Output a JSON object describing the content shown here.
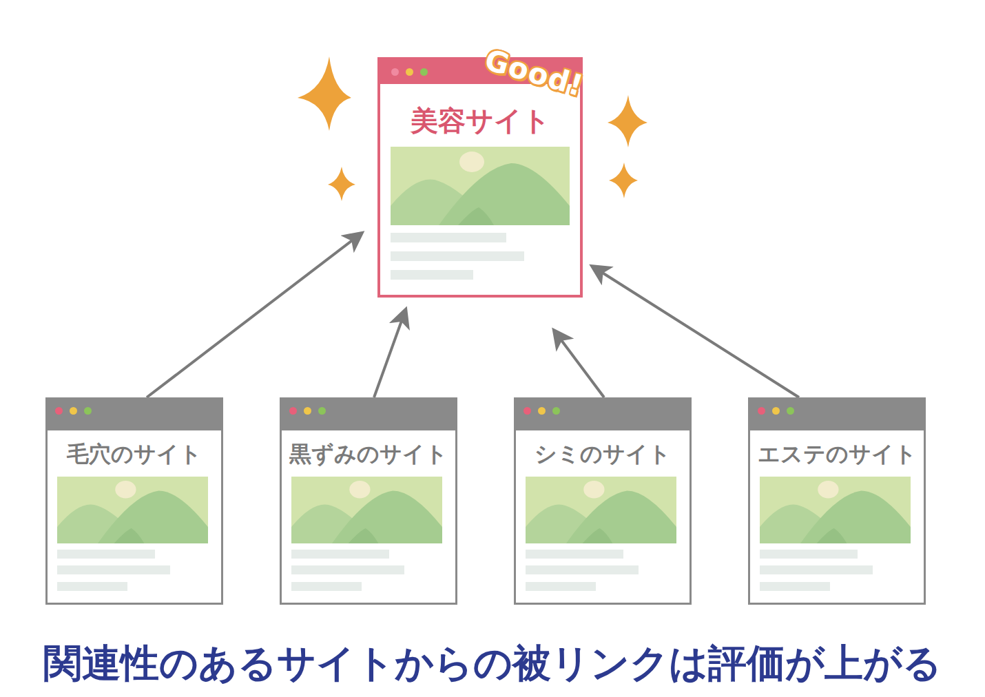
{
  "diagram": {
    "caption": "関連性のあるサイトからの被リンクは評価が上がる",
    "nodes": [
      {
        "text": [
          "美容サイト"
        ]
      },
      {
        "text": [
          "毛穴のサイト"
        ]
      },
      {
        "text": [
          "黒ずみのサイト"
        ]
      },
      {
        "text": [
          "シミのサイト"
        ]
      },
      {
        "text": [
          "エステのサイト"
        ]
      }
    ],
    "edges": [
      {
        "from": 1,
        "to": 0,
        "arrow": "to"
      },
      {
        "from": 2,
        "to": 0,
        "arrow": "to"
      },
      {
        "from": 3,
        "to": 0,
        "arrow": "to"
      },
      {
        "from": 4,
        "to": 0,
        "arrow": "to"
      }
    ],
    "labels": [
      "Good!"
    ]
  }
}
